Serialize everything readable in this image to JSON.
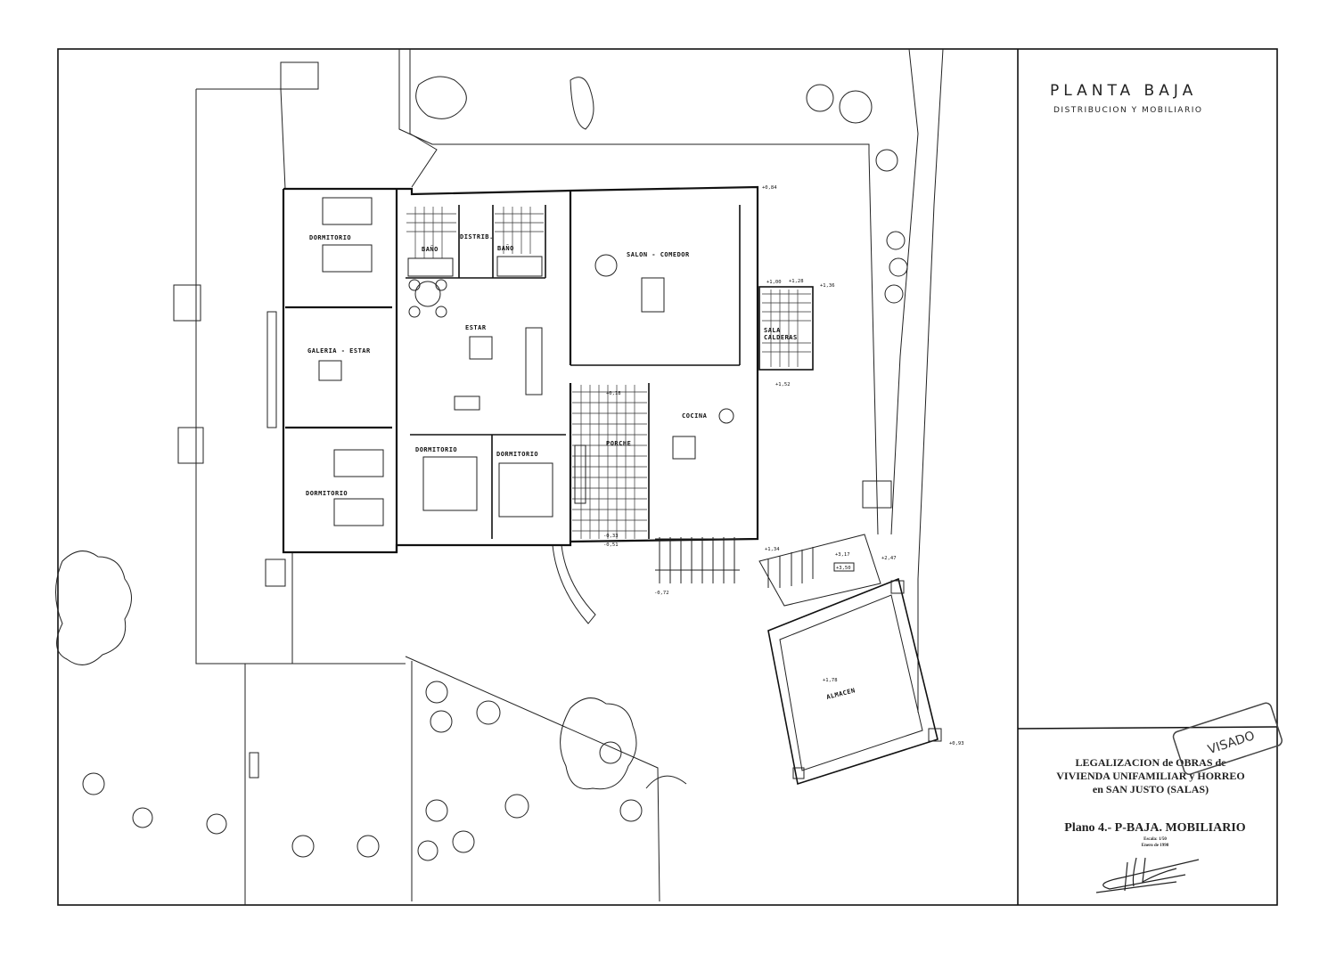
{
  "drawing": {
    "title": "PLANTA BAJA",
    "subtitle": "DISTRIBUCION Y MOBILIARIO"
  },
  "rooms": {
    "dormitorio_1": "DORMITORIO",
    "galeria_estar": "GALERIA - ESTAR",
    "dormitorio_2": "DORMITORIO",
    "bano_1": "BAÑO",
    "bano_2": "BAÑO",
    "distrib": "DISTRIB.",
    "estar": "ESTAR",
    "dormitorio_3": "DORMITORIO",
    "dormitorio_4": "DORMITORIO",
    "salon_comedor": "SALON - COMEDOR",
    "porche": "PORCHE",
    "cocina": "COCINA",
    "sala_calderas_1": "SALA",
    "sala_calderas_2": "CALDERAS",
    "almacen": "ALMACEN"
  },
  "levels": {
    "l1": "+0,84",
    "l2": "+1,00",
    "l3": "+1,28",
    "l4": "+1,36",
    "l5": "+1,52",
    "l6": "+0,18",
    "l7": "-0,33",
    "l8": "-0,51",
    "l9": "+1,34",
    "l10": "-0,72",
    "l11": "+3,17",
    "l12": "+3,50",
    "l13": "+2,47",
    "l14": "+1,78",
    "l15": "+0,93"
  },
  "title_block": {
    "project_line1": "LEGALIZACION de OBRAS de",
    "project_line2": "VIVIENDA UNIFAMILIAR y HORREO",
    "project_line3": "en SAN JUSTO (SALAS)",
    "plan_name": "Plano 4.- P-BAJA. MOBILIARIO",
    "scale": "Escala: 1/50",
    "date": "Enero de 1998",
    "stamp": "VISADO"
  }
}
